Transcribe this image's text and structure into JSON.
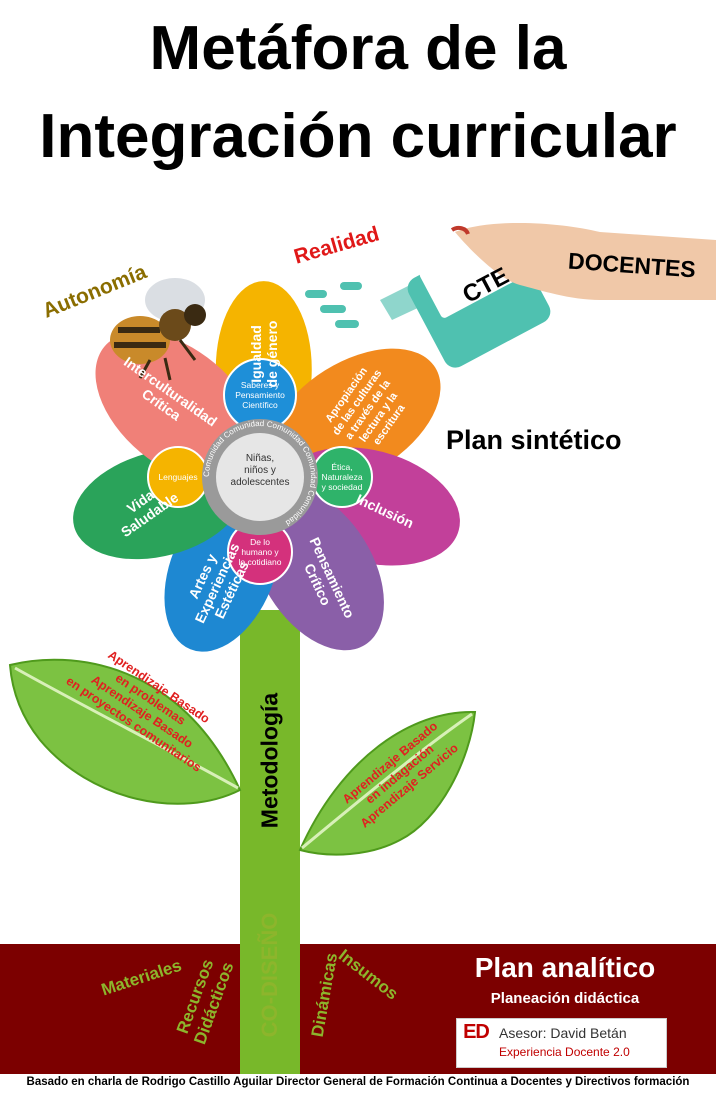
{
  "title": {
    "line1": "Metáfora de la",
    "line2": "Integración curricular"
  },
  "labels": {
    "autonomia": "Autonomía",
    "realidad": "Realidad",
    "docentes": "DOCENTES",
    "cte": "CTE",
    "plan_sintetico": "Plan sintético",
    "metodologia": "Metodología",
    "co_diseno": "CO-DISEÑO"
  },
  "flower": {
    "center": [
      "Niñas,",
      "niños y",
      "adolescentes"
    ],
    "ring_text": "Comunidad Comunidad Comunidad Comunidad Comunidad",
    "petals": [
      {
        "lines": [
          "Igualdad",
          "de género"
        ],
        "color": "#f5b400"
      },
      {
        "lines": [
          "Apropiación",
          "de las culturas",
          "a través de la",
          "lectura y la",
          "escritura"
        ],
        "color": "#f28a1e"
      },
      {
        "lines": [
          "Inclusión"
        ],
        "color": "#c2409a"
      },
      {
        "lines": [
          "Pensamiento",
          "Crítico"
        ],
        "color": "#8a5fa8"
      },
      {
        "lines": [
          "Artes y",
          "Experiencias",
          "Estéticas"
        ],
        "color": "#1e88d2"
      },
      {
        "lines": [
          "Vida",
          "Saludable"
        ],
        "color": "#2aa35a"
      },
      {
        "lines": [
          "Interculturalidad",
          "Crítica"
        ],
        "color": "#f08078"
      }
    ],
    "fields": [
      {
        "lines": [
          "Saberes y",
          "Pensamiento",
          "Científico"
        ],
        "color": "#1e8fd8"
      },
      {
        "lines": [
          "Ética,",
          "Naturaleza",
          "y sociedad"
        ],
        "color": "#2fb36a"
      },
      {
        "lines": [
          "De lo",
          "humano y",
          "lo cotidiano"
        ],
        "color": "#d4317c"
      },
      {
        "lines": [
          "Lenguajes"
        ],
        "color": "#f5b400"
      }
    ]
  },
  "leaves": {
    "left": [
      "Aprendizaje Basado",
      "en problemas",
      "Aprendizaje Basado",
      "en proyectos comunitarios"
    ],
    "right": [
      "Aprendizaje Basado",
      "en indagación",
      "Aprendizaje Servicio"
    ]
  },
  "roots": {
    "materiales": "Materiales",
    "recursos": [
      "Recursos",
      "Didácticos"
    ],
    "dinamicas": "Dinámicas",
    "insumos": "Insumos"
  },
  "plan_analitico": {
    "title": "Plan analítico",
    "subtitle": "Planeación didáctica"
  },
  "badge": {
    "logo_letters": "ED",
    "line1": "Asesor: David Betán",
    "line2": "Experiencia Docente 2.0"
  },
  "footer": "Basado en charla de Rodrigo Castillo Aguilar Director General de Formación Continua a Docentes y Directivos formación",
  "colors": {
    "stem": "#78b82a",
    "soil": "#7c0000",
    "leaf": "#7cc242",
    "root_text": "#8db52c",
    "realidad": "#e01818",
    "autonomia": "#8a6d00",
    "leaf_text": "#e02020",
    "can": "#4fc1b0"
  }
}
